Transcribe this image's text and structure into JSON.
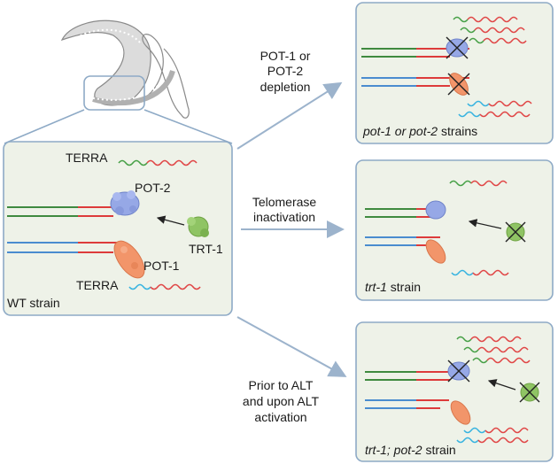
{
  "colors": {
    "panel_fill": "#eef2e8",
    "panel_border": "#8eaac6",
    "arrow": "#9cb3cc",
    "green_strand": "#3f8a3f",
    "blue_strand": "#4a8ccf",
    "red_strand": "#dd3b3b",
    "terra_green": "#46a046",
    "terra_cyan": "#36b3e0",
    "terra_red": "#e04545",
    "pot2_protein": "#96a8e6",
    "pot1_protein": "#f2956a",
    "trt1_protein": "#8fc464",
    "worm": "#d7d7d7"
  },
  "wt_panel": {
    "label": "WT strain",
    "terra_top": "TERRA",
    "terra_bottom": "TERRA",
    "pot2_label": "POT-2",
    "pot1_label": "POT-1",
    "trt1_label": "TRT-1"
  },
  "transitions": [
    {
      "line1": "POT-1 or",
      "line2": "POT-2",
      "line3": "depletion"
    },
    {
      "line1": "Telomerase",
      "line2": "inactivation"
    },
    {
      "line1": "Prior to ALT",
      "line2": "and upon ALT",
      "line3": "activation"
    }
  ],
  "result_panels": [
    {
      "italic": "pot-1 or pot-2",
      "plain": " strains"
    },
    {
      "italic": "trt-1",
      "plain": " strain"
    },
    {
      "italic": "trt-1; pot-2",
      "plain": " strain"
    }
  ]
}
